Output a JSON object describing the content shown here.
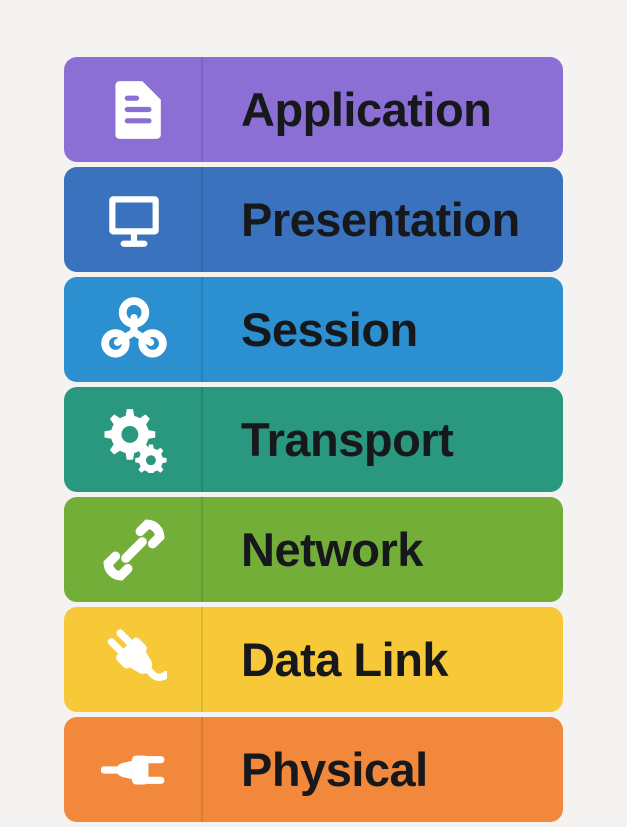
{
  "diagram": {
    "background_color": "#f4f3f1",
    "text_color": "#16181c",
    "icon_color": "#ffffff",
    "layers": [
      {
        "label": "Application",
        "icon": "document-icon",
        "color": "#8b6fd4"
      },
      {
        "label": "Presentation",
        "icon": "monitor-icon",
        "color": "#3a72bd"
      },
      {
        "label": "Session",
        "icon": "share-nodes-icon",
        "color": "#2b8fd0"
      },
      {
        "label": "Transport",
        "icon": "gears-icon",
        "color": "#29987e"
      },
      {
        "label": "Network",
        "icon": "chain-link-icon",
        "color": "#72ae38"
      },
      {
        "label": "Data Link",
        "icon": "angled-plug-icon",
        "color": "#f7c938"
      },
      {
        "label": "Physical",
        "icon": "plug-icon",
        "color": "#f2883b"
      }
    ]
  }
}
